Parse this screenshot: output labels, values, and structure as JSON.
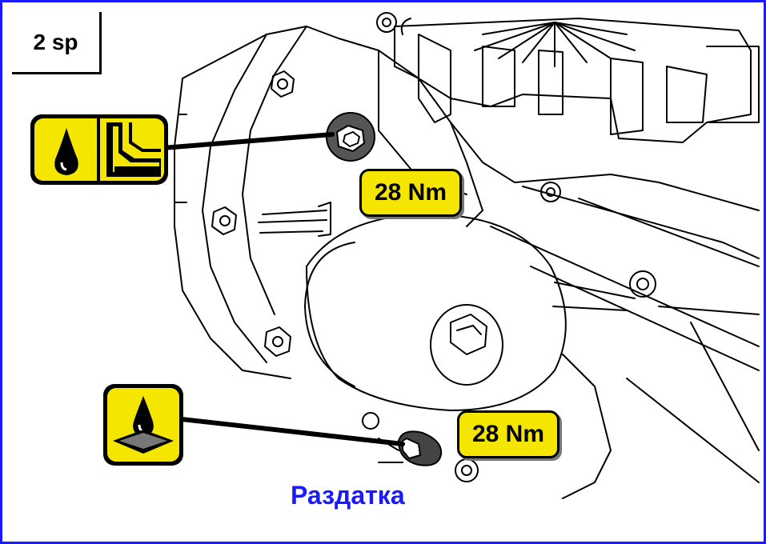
{
  "variant_tag": "2 sp",
  "torque_labels": {
    "upper": "28 Nm",
    "lower": "28 Nm"
  },
  "caption": "Раздатка",
  "icons": {
    "oil_fill": "oil-filler-level-icon",
    "oil_drain": "oil-drain-icon"
  },
  "colors": {
    "frame": "#1a1aff",
    "label_fill": "#f5e600",
    "caption": "#1a1aff",
    "line": "#000000"
  }
}
